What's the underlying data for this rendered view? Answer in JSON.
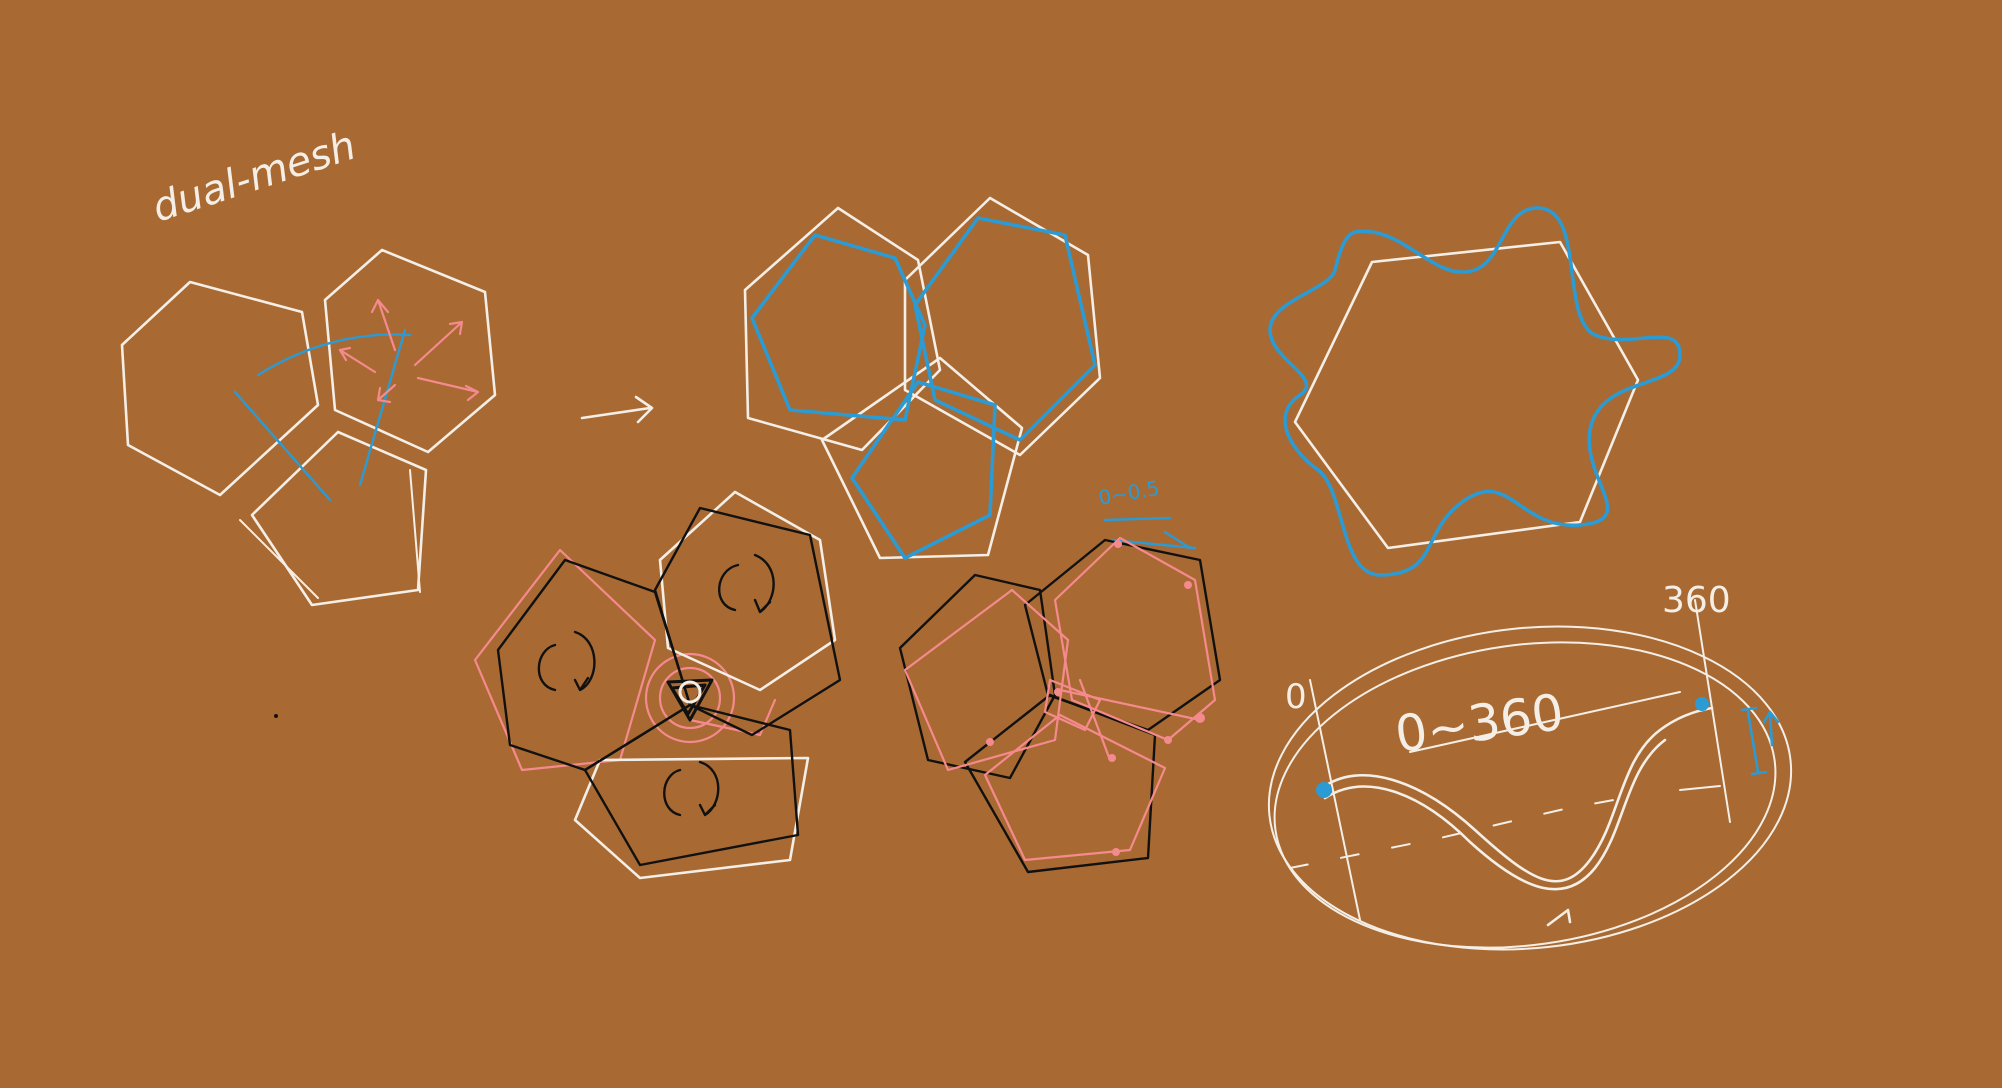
{
  "canvas": {
    "background": "#A86A32",
    "ink_colors": {
      "white": "#F4EEE6",
      "blue": "#2C9AD3",
      "pink": "#F58A8E",
      "black": "#111111"
    }
  },
  "labels": {
    "dual_mesh": "dual-mesh",
    "small_range": "0~0.5",
    "zero": "0",
    "three_sixty": "360",
    "range": "0~360"
  },
  "icons": [
    "right-arrow-icon",
    "rotate-arrow-icon"
  ]
}
